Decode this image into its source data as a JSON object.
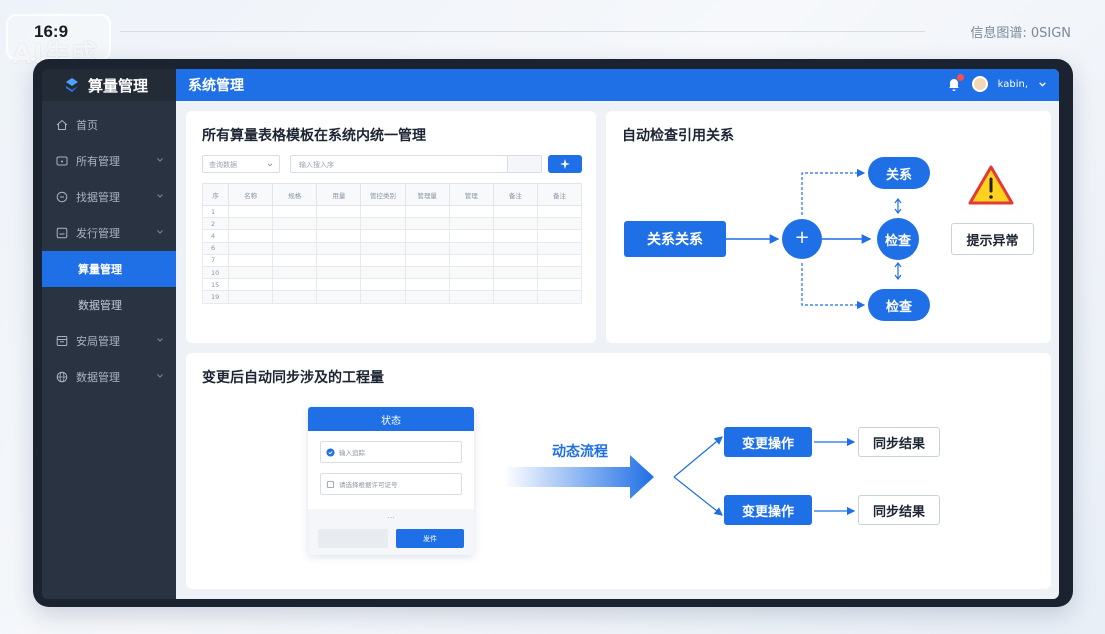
{
  "badge": {
    "ratio": "16:9",
    "watermark": "AI生成"
  },
  "credit": "信息图谱: 0SIGN",
  "sidebar": {
    "brand": "算量管理",
    "items": [
      {
        "label": "首页",
        "icon": "home-icon",
        "chevron": false
      },
      {
        "label": "所有管理",
        "icon": "folder-icon",
        "chevron": true
      },
      {
        "label": "找据管理",
        "icon": "circle-icon",
        "chevron": true
      },
      {
        "label": "发行管理",
        "icon": "square-icon",
        "chevron": true
      },
      {
        "label": "算量管理",
        "icon": "",
        "chevron": false,
        "active": true
      },
      {
        "label": "数据管理",
        "icon": "",
        "chevron": false,
        "sub": true
      },
      {
        "label": "安局管理",
        "icon": "calendar-icon",
        "chevron": true
      },
      {
        "label": "数据管理",
        "icon": "globe-icon",
        "chevron": true
      }
    ]
  },
  "header": {
    "title": "系统管理",
    "user": "kabin,",
    "notification_count": "1"
  },
  "card1": {
    "title": "所有算量表格模板在系统内统一管理",
    "select_placeholder": "查询数据",
    "input_placeholder": "输入搜入序",
    "columns": [
      "序",
      "名称",
      "规格",
      "用量",
      "管控类别",
      "管理量",
      "管理",
      "备注",
      "备注"
    ],
    "rows": [
      "1",
      "2",
      "4",
      "6",
      "7",
      "10",
      "15",
      "19"
    ]
  },
  "card2": {
    "title": "自动检查引用关系",
    "source": "关系关系",
    "plus": "+",
    "top_node": "关系",
    "center_node": "检查",
    "bottom_node": "检查",
    "alert": "提示异常",
    "warning_icon": "warning-icon"
  },
  "card3": {
    "title": "变更后自动同步涉及的工程量",
    "form_title": "状态",
    "field1": "输入追踪",
    "field2": "请选择根据许可证号",
    "dots": "...",
    "submit": "发件",
    "flow_label": "动态流程",
    "action1": "变更操作",
    "result1": "同步结果",
    "action2": "变更操作",
    "result2": "同步结果"
  },
  "colors": {
    "primary": "#1f6fe6",
    "sidebar": "#2a3341",
    "frame": "#1b2330",
    "warning": "#ffd21f",
    "danger": "#e53935"
  }
}
